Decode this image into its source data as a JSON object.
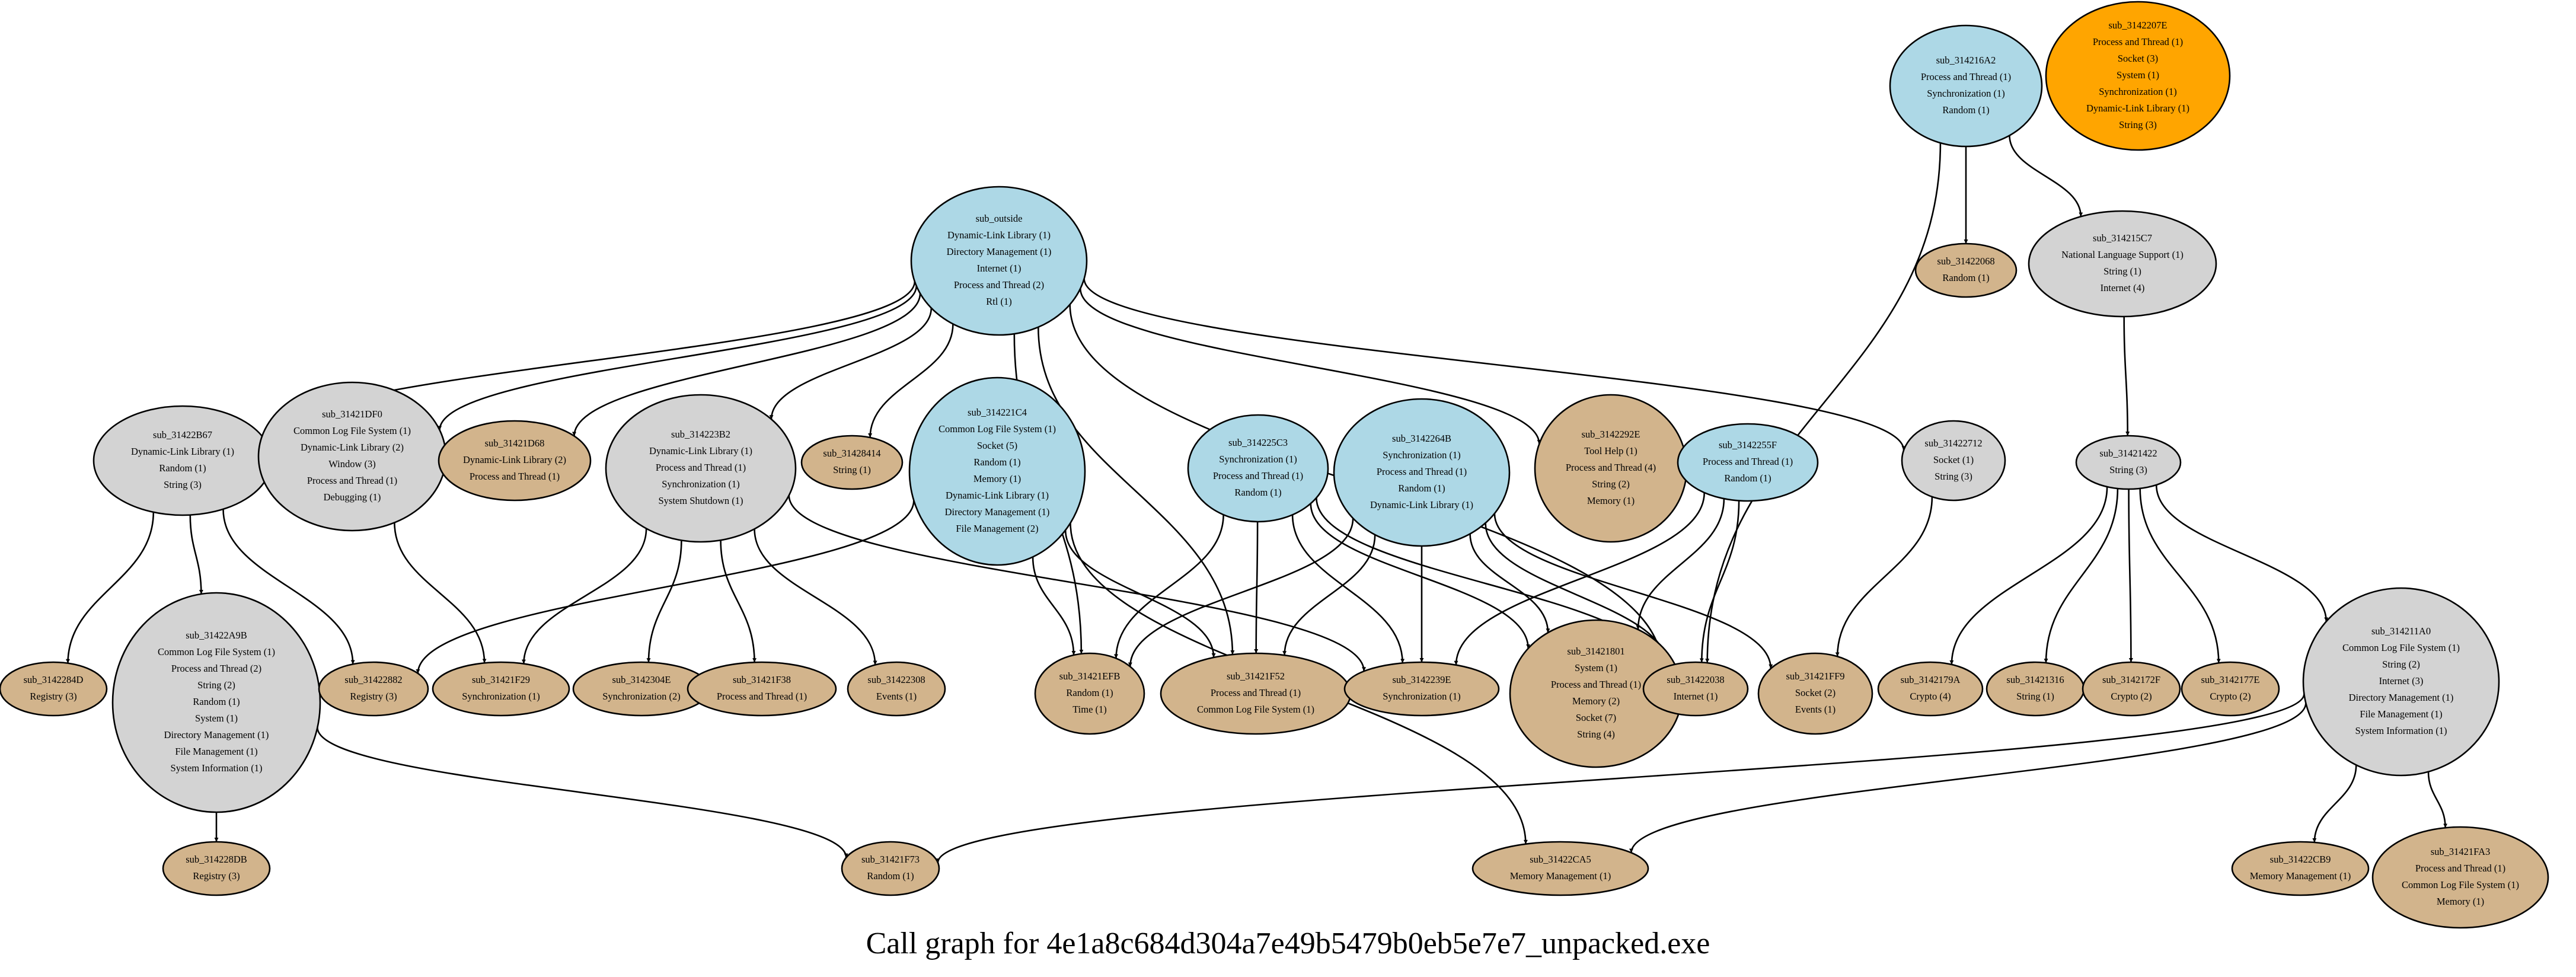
{
  "caption": "Call graph for 4e1a8c684d304a7e49b5479b0eb5e7e7_unpacked.exe",
  "colors": {
    "entry": "#add8e6",
    "internal": "#d3d3d3",
    "leaf": "#d2b48c",
    "highlight": "#ffa500"
  },
  "nodes": [
    {
      "id": "sub_outside",
      "lines": [
        "sub_outside",
        "Dynamic-Link Library (1)",
        "Directory Management (1)",
        "Internet (1)",
        "Process and Thread (2)",
        "Rtl (1)"
      ],
      "kind": "entry"
    },
    {
      "id": "sub_314216A2",
      "lines": [
        "sub_314216A2",
        "Process and Thread (1)",
        "Synchronization (1)",
        "Random (1)"
      ],
      "kind": "entry"
    },
    {
      "id": "sub_3142207E",
      "lines": [
        "sub_3142207E",
        "Process and Thread (1)",
        "Socket (3)",
        "System (1)",
        "Synchronization (1)",
        "Dynamic-Link Library (1)",
        "String (3)"
      ],
      "kind": "highlight"
    },
    {
      "id": "sub_31422068",
      "lines": [
        "sub_31422068",
        "Random (1)"
      ],
      "kind": "leaf"
    },
    {
      "id": "sub_314215C7",
      "lines": [
        "sub_314215C7",
        "National Language Support (1)",
        "String (1)",
        "Internet (4)"
      ],
      "kind": "internal"
    },
    {
      "id": "sub_31422B67",
      "lines": [
        "sub_31422B67",
        "Dynamic-Link Library (1)",
        "Random (1)",
        "String (3)"
      ],
      "kind": "internal"
    },
    {
      "id": "sub_31421DF0",
      "lines": [
        "sub_31421DF0",
        "Common Log File System (1)",
        "Dynamic-Link Library (2)",
        "Window (3)",
        "Process and Thread (1)",
        "Debugging (1)"
      ],
      "kind": "internal"
    },
    {
      "id": "sub_31421D68",
      "lines": [
        "sub_31421D68",
        "Dynamic-Link Library (2)",
        "Process and Thread (1)"
      ],
      "kind": "leaf"
    },
    {
      "id": "sub_314223B2",
      "lines": [
        "sub_314223B2",
        "Dynamic-Link Library (1)",
        "Process and Thread (1)",
        "Synchronization (1)",
        "System Shutdown (1)"
      ],
      "kind": "internal"
    },
    {
      "id": "sub_31428414",
      "lines": [
        "sub_31428414",
        "String (1)"
      ],
      "kind": "leaf"
    },
    {
      "id": "sub_314221C4",
      "lines": [
        "sub_314221C4",
        "Common Log File System (1)",
        "Socket (5)",
        "Random (1)",
        "Memory (1)",
        "Dynamic-Link Library (1)",
        "Directory Management (1)",
        "File Management (2)"
      ],
      "kind": "entry"
    },
    {
      "id": "sub_314225C3",
      "lines": [
        "sub_314225C3",
        "Synchronization (1)",
        "Process and Thread (1)",
        "Random (1)"
      ],
      "kind": "entry"
    },
    {
      "id": "sub_3142264B",
      "lines": [
        "sub_3142264B",
        "Synchronization (1)",
        "Process and Thread (1)",
        "Random (1)",
        "Dynamic-Link Library (1)"
      ],
      "kind": "entry"
    },
    {
      "id": "sub_3142292E",
      "lines": [
        "sub_3142292E",
        "Tool Help (1)",
        "Process and Thread (4)",
        "String (2)",
        "Memory (1)"
      ],
      "kind": "leaf"
    },
    {
      "id": "sub_3142255F",
      "lines": [
        "sub_3142255F",
        "Process and Thread (1)",
        "Random (1)"
      ],
      "kind": "entry"
    },
    {
      "id": "sub_31422712",
      "lines": [
        "sub_31422712",
        "Socket (1)",
        "String (3)"
      ],
      "kind": "internal"
    },
    {
      "id": "sub_31421422",
      "lines": [
        "sub_31421422",
        "String (3)"
      ],
      "kind": "internal"
    },
    {
      "id": "sub_3142284D",
      "lines": [
        "sub_3142284D",
        "Registry (3)"
      ],
      "kind": "leaf"
    },
    {
      "id": "sub_31422A9B",
      "lines": [
        "sub_31422A9B",
        "Common Log File System (1)",
        "Process and Thread (2)",
        "String (2)",
        "Random (1)",
        "System (1)",
        "Directory Management (1)",
        "File Management (1)",
        "System Information (1)"
      ],
      "kind": "internal"
    },
    {
      "id": "sub_31422882",
      "lines": [
        "sub_31422882",
        "Registry (3)"
      ],
      "kind": "leaf"
    },
    {
      "id": "sub_31421F29",
      "lines": [
        "sub_31421F29",
        "Synchronization (1)"
      ],
      "kind": "leaf"
    },
    {
      "id": "sub_3142304E",
      "lines": [
        "sub_3142304E",
        "Synchronization (2)"
      ],
      "kind": "leaf"
    },
    {
      "id": "sub_31421F38",
      "lines": [
        "sub_31421F38",
        "Process and Thread (1)"
      ],
      "kind": "leaf"
    },
    {
      "id": "sub_31422308",
      "lines": [
        "sub_31422308",
        "Events (1)"
      ],
      "kind": "leaf"
    },
    {
      "id": "sub_31421EFB",
      "lines": [
        "sub_31421EFB",
        "Random (1)",
        "Time (1)"
      ],
      "kind": "leaf"
    },
    {
      "id": "sub_31421F52",
      "lines": [
        "sub_31421F52",
        "Process and Thread (1)",
        "Common Log File System (1)"
      ],
      "kind": "leaf"
    },
    {
      "id": "sub_3142239E",
      "lines": [
        "sub_3142239E",
        "Synchronization (1)"
      ],
      "kind": "leaf"
    },
    {
      "id": "sub_31421801",
      "lines": [
        "sub_31421801",
        "System (1)",
        "Process and Thread (1)",
        "Memory (2)",
        "Socket (7)",
        "String (4)"
      ],
      "kind": "leaf"
    },
    {
      "id": "sub_31422038",
      "lines": [
        "sub_31422038",
        "Internet (1)"
      ],
      "kind": "leaf"
    },
    {
      "id": "sub_31421FF9",
      "lines": [
        "sub_31421FF9",
        "Socket (2)",
        "Events (1)"
      ],
      "kind": "leaf"
    },
    {
      "id": "sub_3142179A",
      "lines": [
        "sub_3142179A",
        "Crypto (4)"
      ],
      "kind": "leaf"
    },
    {
      "id": "sub_31421316",
      "lines": [
        "sub_31421316",
        "String (1)"
      ],
      "kind": "leaf"
    },
    {
      "id": "sub_3142172F",
      "lines": [
        "sub_3142172F",
        "Crypto (2)"
      ],
      "kind": "leaf"
    },
    {
      "id": "sub_3142177E",
      "lines": [
        "sub_3142177E",
        "Crypto (2)"
      ],
      "kind": "leaf"
    },
    {
      "id": "sub_314211A0",
      "lines": [
        "sub_314211A0",
        "Common Log File System (1)",
        "String (2)",
        "Internet (3)",
        "Directory Management (1)",
        "File Management (1)",
        "System Information (1)"
      ],
      "kind": "internal"
    },
    {
      "id": "sub_314228DB",
      "lines": [
        "sub_314228DB",
        "Registry (3)"
      ],
      "kind": "leaf"
    },
    {
      "id": "sub_31421F73",
      "lines": [
        "sub_31421F73",
        "Random (1)"
      ],
      "kind": "leaf"
    },
    {
      "id": "sub_31422CA5",
      "lines": [
        "sub_31422CA5",
        "Memory Management (1)"
      ],
      "kind": "leaf"
    },
    {
      "id": "sub_31422CB9",
      "lines": [
        "sub_31422CB9",
        "Memory Management (1)"
      ],
      "kind": "leaf"
    },
    {
      "id": "sub_31421FA3",
      "lines": [
        "sub_31421FA3",
        "Process and Thread (1)",
        "Common Log File System (1)",
        "Memory (1)"
      ],
      "kind": "leaf"
    }
  ],
  "edges": [
    {
      "from": "sub_outside",
      "to": "sub_31422B67"
    },
    {
      "from": "sub_outside",
      "to": "sub_31421DF0"
    },
    {
      "from": "sub_outside",
      "to": "sub_31421D68"
    },
    {
      "from": "sub_outside",
      "to": "sub_314223B2"
    },
    {
      "from": "sub_outside",
      "to": "sub_31428414"
    },
    {
      "from": "sub_outside",
      "to": "sub_31421EFB"
    },
    {
      "from": "sub_outside",
      "to": "sub_31421F52"
    },
    {
      "from": "sub_outside",
      "to": "sub_3142292E"
    },
    {
      "from": "sub_outside",
      "to": "sub_31422038"
    },
    {
      "from": "sub_outside",
      "to": "sub_31422712"
    },
    {
      "from": "sub_314216A2",
      "to": "sub_31422068"
    },
    {
      "from": "sub_314216A2",
      "to": "sub_314215C7"
    },
    {
      "from": "sub_314216A2",
      "to": "sub_31422038"
    },
    {
      "from": "sub_314215C7",
      "to": "sub_31421422"
    },
    {
      "from": "sub_31422B67",
      "to": "sub_3142284D"
    },
    {
      "from": "sub_31422B67",
      "to": "sub_31422A9B"
    },
    {
      "from": "sub_31422B67",
      "to": "sub_31422882"
    },
    {
      "from": "sub_31421DF0",
      "to": "sub_31421F29"
    },
    {
      "from": "sub_314223B2",
      "to": "sub_31421F29"
    },
    {
      "from": "sub_314223B2",
      "to": "sub_3142304E"
    },
    {
      "from": "sub_314223B2",
      "to": "sub_31421F38"
    },
    {
      "from": "sub_314223B2",
      "to": "sub_31422308"
    },
    {
      "from": "sub_314223B2",
      "to": "sub_3142239E"
    },
    {
      "from": "sub_314221C4",
      "to": "sub_31422882"
    },
    {
      "from": "sub_314221C4",
      "to": "sub_31421EFB"
    },
    {
      "from": "sub_314221C4",
      "to": "sub_31421F52"
    },
    {
      "from": "sub_314221C4",
      "to": "sub_31422CA5"
    },
    {
      "from": "sub_314225C3",
      "to": "sub_31421EFB"
    },
    {
      "from": "sub_314225C3",
      "to": "sub_31421F52"
    },
    {
      "from": "sub_314225C3",
      "to": "sub_3142239E"
    },
    {
      "from": "sub_314225C3",
      "to": "sub_31421801"
    },
    {
      "from": "sub_314225C3",
      "to": "sub_31422038"
    },
    {
      "from": "sub_3142264B",
      "to": "sub_31421EFB"
    },
    {
      "from": "sub_3142264B",
      "to": "sub_31421F52"
    },
    {
      "from": "sub_3142264B",
      "to": "sub_3142239E"
    },
    {
      "from": "sub_3142264B",
      "to": "sub_31421801"
    },
    {
      "from": "sub_3142264B",
      "to": "sub_31422038"
    },
    {
      "from": "sub_3142264B",
      "to": "sub_31421FF9"
    },
    {
      "from": "sub_3142255F",
      "to": "sub_3142239E"
    },
    {
      "from": "sub_3142255F",
      "to": "sub_31421801"
    },
    {
      "from": "sub_3142255F",
      "to": "sub_31422038"
    },
    {
      "from": "sub_31422712",
      "to": "sub_31421FF9"
    },
    {
      "from": "sub_31421422",
      "to": "sub_3142179A"
    },
    {
      "from": "sub_31421422",
      "to": "sub_31421316"
    },
    {
      "from": "sub_31421422",
      "to": "sub_3142172F"
    },
    {
      "from": "sub_31421422",
      "to": "sub_3142177E"
    },
    {
      "from": "sub_31421422",
      "to": "sub_314211A0"
    },
    {
      "from": "sub_31422A9B",
      "to": "sub_314228DB"
    },
    {
      "from": "sub_31422A9B",
      "to": "sub_31421F73"
    },
    {
      "from": "sub_314211A0",
      "to": "sub_31421F73"
    },
    {
      "from": "sub_314211A0",
      "to": "sub_31422CA5"
    },
    {
      "from": "sub_314211A0",
      "to": "sub_31422CB9"
    },
    {
      "from": "sub_314211A0",
      "to": "sub_31421FA3"
    }
  ]
}
